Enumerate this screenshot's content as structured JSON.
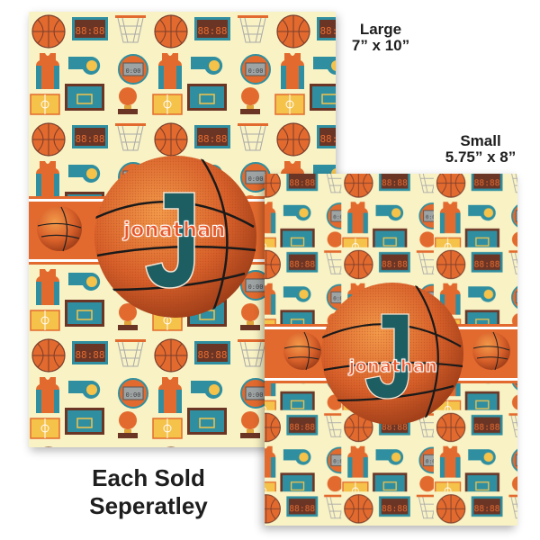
{
  "products": {
    "large": {
      "size_name": "Large",
      "dimensions": "7” x 10”",
      "personalized_name": "jonathan",
      "monogram_letter": "J"
    },
    "small": {
      "size_name": "Small",
      "dimensions": "5.75” x 8”",
      "personalized_name": "jonathan",
      "monogram_letter": "J"
    }
  },
  "footer_note": {
    "line1": "Each Sold",
    "line2": "Seperatley"
  },
  "design": {
    "theme": "basketball pattern",
    "pattern_icons": [
      "basketball-icon",
      "scoreboard-icon",
      "hoop-net-icon",
      "backboard-icon",
      "jersey-icon",
      "whistle-icon",
      "stopwatch-icon",
      "trophy-icon",
      "court-icon"
    ],
    "colors": {
      "background": "#f8f2c4",
      "orange": "#e36a2e",
      "ball_orange": "#d9622a",
      "teal": "#2f8fa0",
      "dark_teal_letter": "#1d5e63",
      "brown": "#7a3e2b",
      "text_dark": "#1e1e1e"
    }
  }
}
